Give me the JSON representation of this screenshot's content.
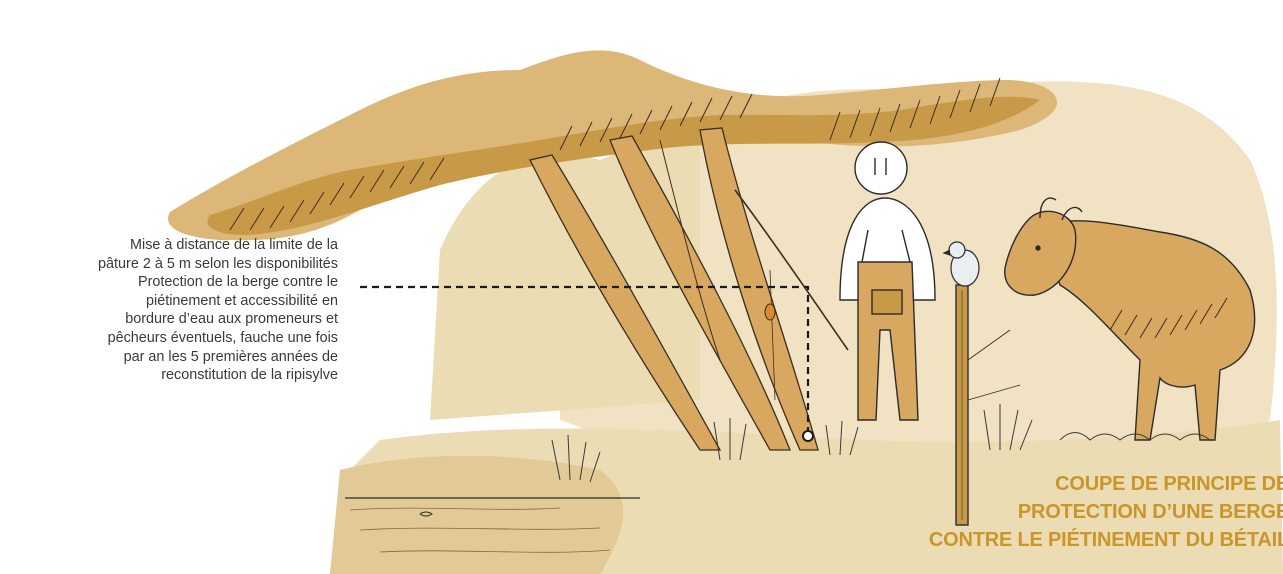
{
  "annotation": {
    "lines": [
      "Mise à distance de la limite de la",
      "pâture 2 à 5 m selon les disponibilités",
      "Protection de la berge contre le",
      "piétinement et accessibilité en",
      "bordure d’eau aux promeneurs et",
      "pêcheurs éventuels, fauche une fois",
      "par an les 5 premières années de",
      "reconstitution de la ripisylve"
    ]
  },
  "title": {
    "lines": [
      "COUPE DE PRINCIPE DE",
      "PROTECTION D’UNE BERGE",
      "CONTRE LE PIÉTINEMENT DU BÉTAIL"
    ]
  },
  "colors": {
    "accent": "#c8962a",
    "ochre_light": "#ecdcb4",
    "ochre_mid": "#dcbf82",
    "ochre_dark": "#c89a48",
    "ink": "#2b2b2b",
    "text": "#3a3a3a"
  }
}
